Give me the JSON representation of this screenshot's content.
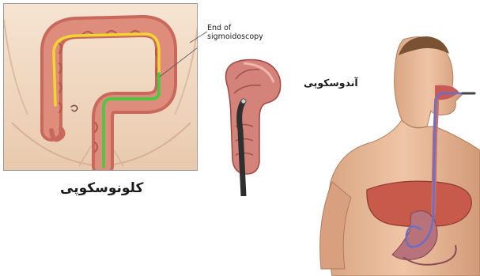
{
  "labels": {
    "end_line1": "End of",
    "end_line2": "sigmoidoscopy",
    "colonoscopy": "کلونوسکوپی",
    "endoscopy": "آندوسکوپی"
  },
  "colors": {
    "colonoscopy_path": "#f3d531",
    "sigmoidoscopy_path": "#3ecf3e",
    "colon_tissue": "#d77c6e",
    "scope_tube": "#2f2f2f",
    "esophagus_scope": "#6a6fc7",
    "liver": "#c85a4b",
    "skin": "#e9b896"
  },
  "icons": [
    "colon-anatomy-illustration",
    "colon-closeup-with-scope-illustration",
    "torso-with-endoscope-illustration"
  ]
}
